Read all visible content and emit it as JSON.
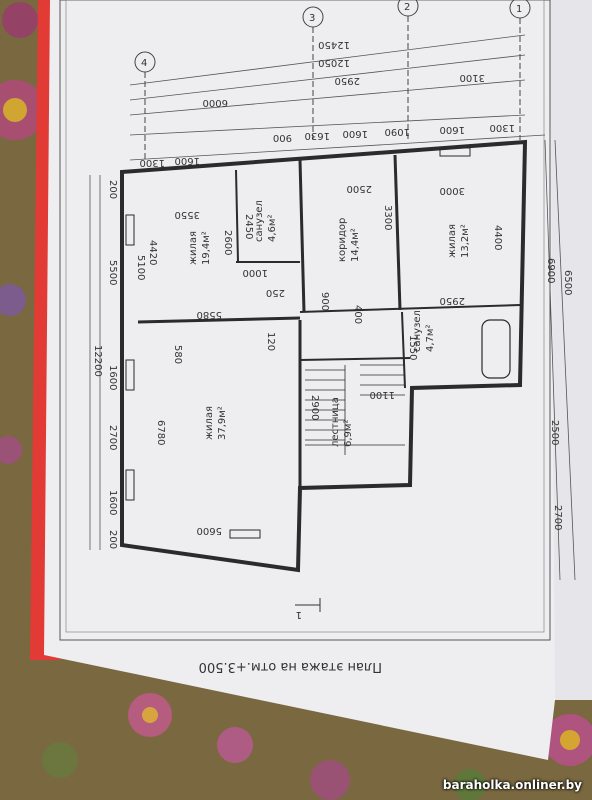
{
  "plan": {
    "title": "План этажа на отм.+3.500",
    "axes": [
      "1",
      "2",
      "3",
      "4"
    ],
    "top_dims_row1": "12450",
    "top_dims_row2": "12050",
    "top_dims_parts": [
      "2950",
      "3100",
      "6000"
    ],
    "top_dims_small": [
      "1300",
      "1600",
      "1090",
      "1600",
      "1630",
      "900",
      "1600",
      "1300"
    ],
    "rooms": [
      {
        "name": "жилая",
        "area": "13,2м²"
      },
      {
        "name": "коридор",
        "area": "14,4м²"
      },
      {
        "name": "санузел",
        "area": "4,6м²"
      },
      {
        "name": "жилая",
        "area": "19,4м²"
      },
      {
        "name": "санузел",
        "area": "4,7м²"
      },
      {
        "name": "лестница",
        "area": "6,9м²"
      },
      {
        "name": "жилая",
        "area": "37,9м²"
      }
    ],
    "inner_dims": [
      "3000",
      "2500",
      "3550",
      "3300",
      "4400",
      "4420",
      "5100",
      "2600",
      "2450",
      "5580",
      "2950",
      "1550",
      "6780",
      "5600",
      "2900",
      "1100",
      "400",
      "900",
      "580",
      "120",
      "250",
      "1000"
    ],
    "left_dims": [
      "200",
      "5500",
      "1600",
      "2700",
      "1600",
      "12200",
      "200"
    ],
    "right_dims": [
      "6900",
      "6500",
      "2500",
      "2700"
    ]
  },
  "watermark": "baraholka.onliner.by"
}
